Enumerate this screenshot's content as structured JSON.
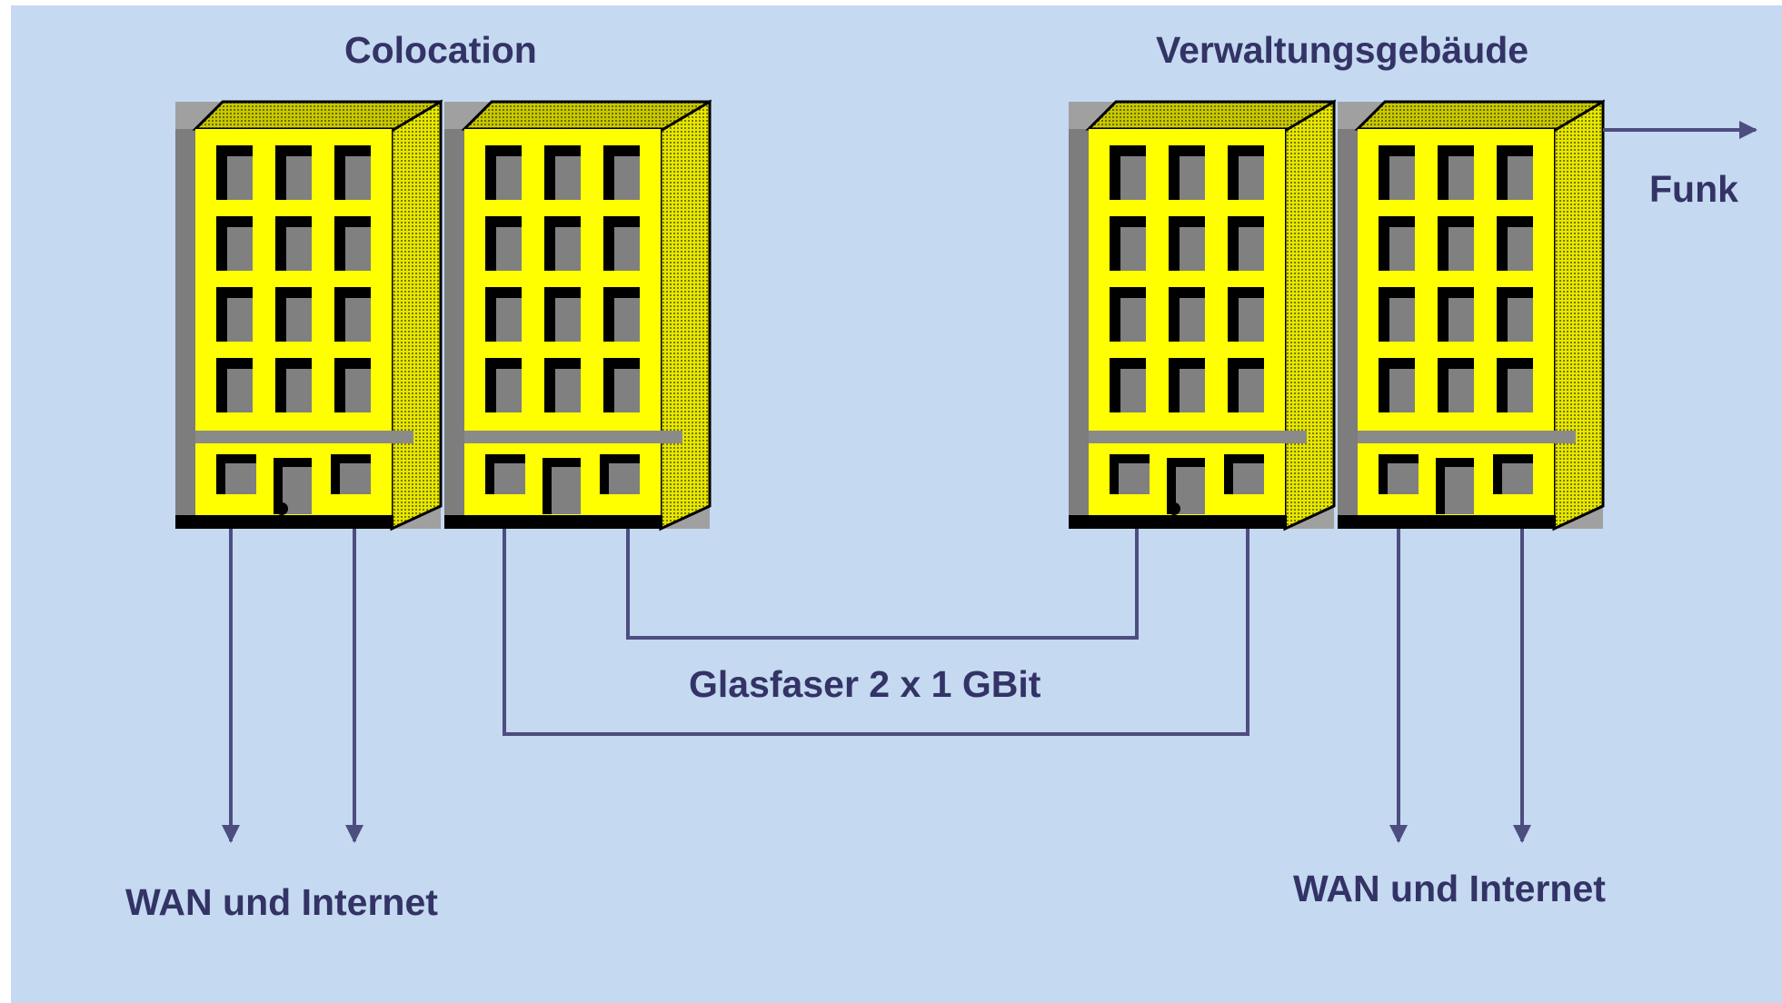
{
  "colors": {
    "background": "#c5d9f1",
    "text": "#333366",
    "line": "#4d4d80",
    "building_front": "#ffff00",
    "building_side": "#b3b300",
    "window_dark": "#000000",
    "window_light": "#808080"
  },
  "sites": {
    "left": {
      "title": "Colocation",
      "uplink_label": "WAN und Internet",
      "building_icon": "building-icon"
    },
    "right": {
      "title": "Verwaltungsgebäude",
      "uplink_label": "WAN und Internet",
      "building_icon": "building-icon"
    }
  },
  "links": {
    "fiber_label": "Glasfaser 2 x 1 GBit",
    "radio_label": "Funk"
  }
}
